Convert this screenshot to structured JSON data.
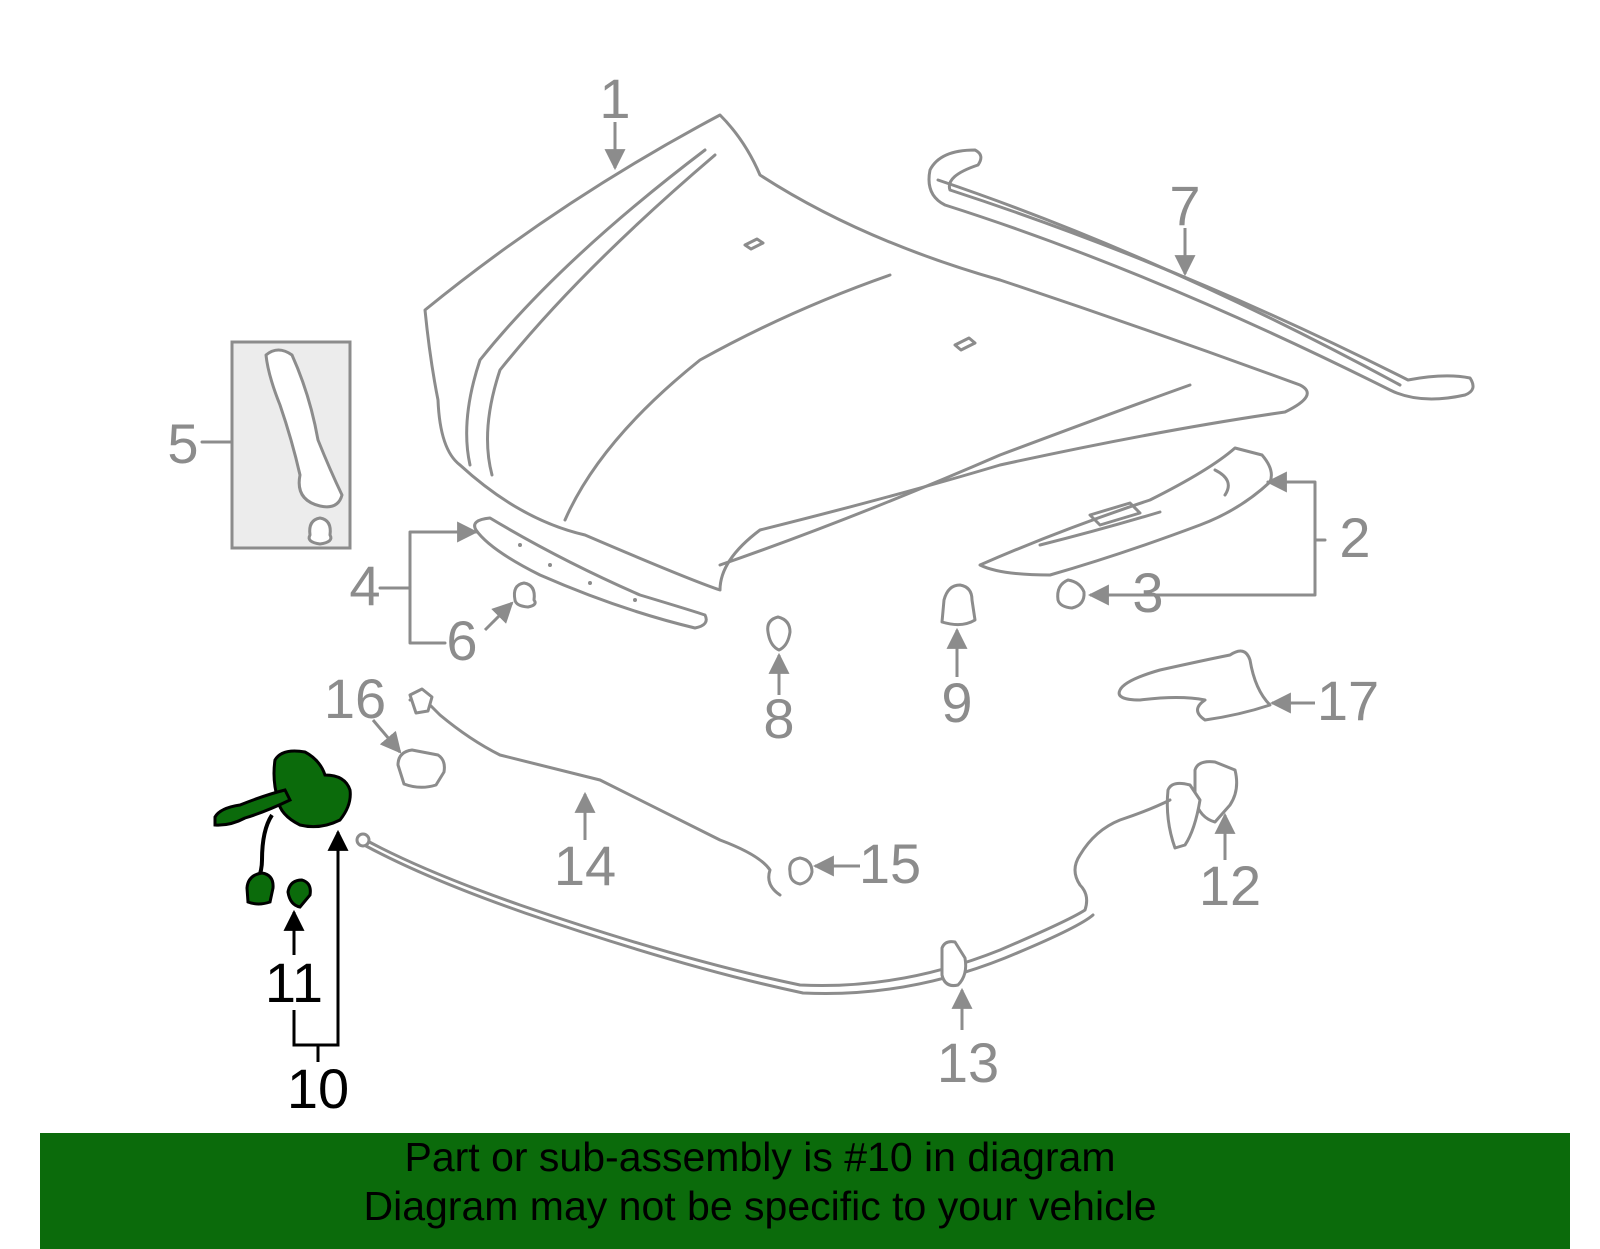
{
  "callouts": {
    "c1": "1",
    "c2": "2",
    "c3": "3",
    "c4": "4",
    "c5": "5",
    "c6": "6",
    "c7": "7",
    "c8": "8",
    "c9": "9",
    "c10": "10",
    "c11": "11",
    "c12": "12",
    "c13": "13",
    "c14": "14",
    "c15": "15",
    "c16": "16",
    "c17": "17"
  },
  "highlight": {
    "part_number": "10",
    "color": "#0b6b0b"
  },
  "banner": {
    "line1": "Part or sub-assembly is #10 in diagram",
    "line2": "Diagram may not be specific to your vehicle"
  },
  "colors": {
    "part_outline": "#8c8c8c",
    "banner_bg": "#0b6b0b",
    "callout_text": "#8c8c8c",
    "highlight_text": "#000000"
  }
}
